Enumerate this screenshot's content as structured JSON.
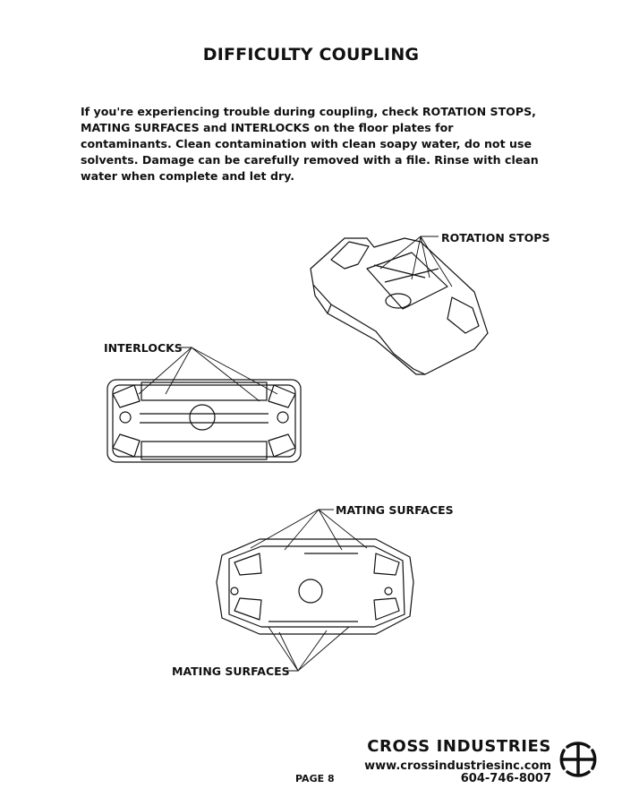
{
  "title": "DIFFICULTY COUPLING",
  "intro": "If you're experiencing trouble during coupling, check ROTATION STOPS, MATING SURFACES and INTERLOCKS on the floor plates for contaminants. Clean contamination with clean soapy water, do not use solvents. Damage can be carefully removed with a file. Rinse with clean water when complete and let dry.",
  "labels": {
    "rotation_stops": "ROTATION STOPS",
    "interlocks": "INTERLOCKS",
    "mating_surfaces_top": "MATING SURFACES",
    "mating_surfaces_bottom": "MATING SURFACES"
  },
  "footer": {
    "company": "CROSS INDUSTRIES",
    "website": "www.crossindustriesinc.com",
    "phone": "604-746-8007",
    "page": "PAGE 8"
  },
  "icons": {
    "logo": "cross-industries-logo-icon"
  }
}
